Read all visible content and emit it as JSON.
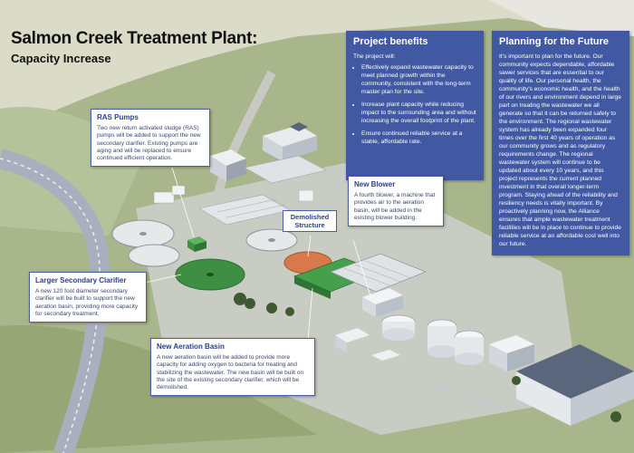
{
  "title": {
    "main": "Salmon Creek Treatment Plant:",
    "sub": "Capacity Increase"
  },
  "project_benefits": {
    "heading": "Project benefits",
    "intro": "The project will:",
    "items": [
      "Effectively expand wastewater capacity to meet planned growth within the community, consistent with the long-term master plan for the site.",
      "Increase plant capacity while reducing impact to the surrounding area and without increasing the overall footprint of the plant.",
      "Ensure continued reliable service at a stable, affordable rate."
    ]
  },
  "planning": {
    "heading": "Planning for the Future",
    "body": "It's important to plan for the future. Our community expects dependable, affordable sewer services that are essential to our quality of life. Our personal health, the community's economic health, and the health of our rivers and environment depend in large part on treating the wastewater we all generate so that it can be returned safely to the environment. The regional wastewater system has already been expanded four times over the first 40 years of operation as our community grows and as regulatory requirements change. The regional wastewater system will continue to be updated about every 10 years, and this project represents the current planned investment in that overall longer-term program. Staying ahead of the reliability and resiliency needs is vitally important. By proactively planning now, the Alliance ensures that ample wastewater treatment facilities will be in place to continue to provide reliable service at an affordable cost well into our future."
  },
  "callouts": {
    "ras_pumps": {
      "heading": "RAS Pumps",
      "body": "Two new return activated sludge (RAS) pumps will be added to support the new secondary clarifier. Existing pumps are aging and will be replaced to ensure continued efficient operation."
    },
    "secondary_clarifier": {
      "heading": "Larger Secondary Clarifier",
      "body": "A new 120 foot diameter secondary clarifier will be built to support the new aeration basin, providing more capacity for secondary treatment."
    },
    "aeration_basin": {
      "heading": "New Aeration Basin",
      "body": "A new aeration basin will be added to provide more capacity for adding oxygen to bacteria for treating and stabilizing the wastewater. The new basin will be built on the site of the existing secondary clarifier, which will be demolished."
    },
    "new_blower": {
      "heading": "New Blower",
      "body": "A fourth blower, a machine that provides air to the aeration basin, will be added in the existing blower building."
    },
    "demolished": {
      "label": "Demolished Structure"
    }
  },
  "colors": {
    "panel_blue": "#4159a3",
    "callout_border": "#4a5fa6",
    "new_structure_green": "#3d8f45",
    "demolished_orange": "#d9794b",
    "grass": "#9fae7c",
    "road": "#9aa3b4"
  }
}
